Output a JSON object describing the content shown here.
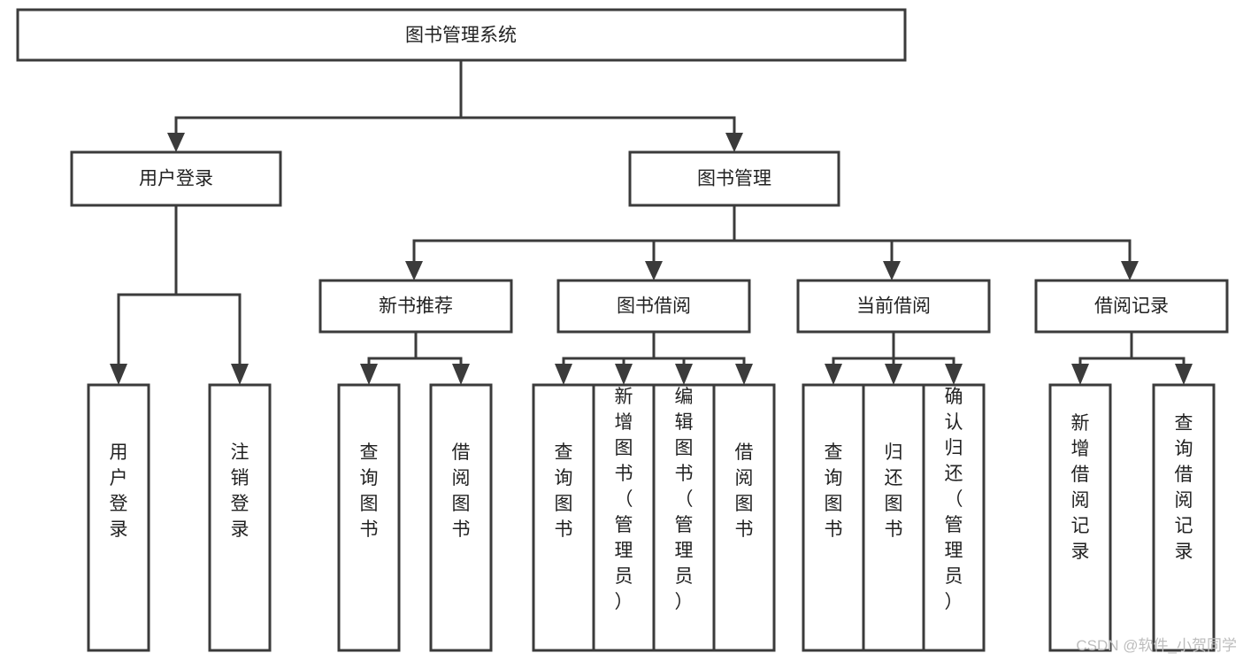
{
  "diagram": {
    "title": "图书管理系统",
    "type": "hierarchy-tree",
    "orientation": "top-down",
    "levels": 4,
    "colors": {
      "box_stroke": "#3b3b3b",
      "box_fill": "#ffffff",
      "text": "#222222",
      "connector": "#3b3b3b",
      "watermark": "#bdbdbd",
      "background": "#ffffff"
    },
    "root": {
      "id": "root",
      "label": "图书管理系统"
    },
    "level2": [
      {
        "id": "user-login",
        "label": "用户登录"
      },
      {
        "id": "book-manage",
        "label": "图书管理"
      }
    ],
    "level3": [
      {
        "id": "new-book-recommend",
        "label": "新书推荐",
        "parent": "book-manage"
      },
      {
        "id": "book-borrow",
        "label": "图书借阅",
        "parent": "book-manage"
      },
      {
        "id": "current-borrow",
        "label": "当前借阅",
        "parent": "book-manage"
      },
      {
        "id": "borrow-record",
        "label": "借阅记录",
        "parent": "book-manage"
      }
    ],
    "leaves": {
      "user-login": [
        {
          "id": "leaf-user-login",
          "label": "用户登录"
        },
        {
          "id": "leaf-logout-login",
          "label": "注销登录"
        }
      ],
      "new-book-recommend": [
        {
          "id": "leaf-query-book-1",
          "label": "查询图书"
        },
        {
          "id": "leaf-borrow-book-1",
          "label": "借阅图书"
        }
      ],
      "book-borrow": [
        {
          "id": "leaf-query-book-2",
          "label": "查询图书"
        },
        {
          "id": "leaf-add-book",
          "label": "新增图书（管理员）"
        },
        {
          "id": "leaf-edit-book",
          "label": "编辑图书（管理员）"
        },
        {
          "id": "leaf-borrow-book-2",
          "label": "借阅图书"
        }
      ],
      "current-borrow": [
        {
          "id": "leaf-query-book-3",
          "label": "查询图书"
        },
        {
          "id": "leaf-return-book",
          "label": "归还图书"
        },
        {
          "id": "leaf-confirm-return",
          "label": "确认归还（管理员）"
        }
      ],
      "borrow-record": [
        {
          "id": "leaf-add-record",
          "label": "新增借阅记录"
        },
        {
          "id": "leaf-query-record",
          "label": "查询借阅记录"
        }
      ]
    }
  },
  "watermark": {
    "text": "CSDN @软件_小贺同学"
  }
}
